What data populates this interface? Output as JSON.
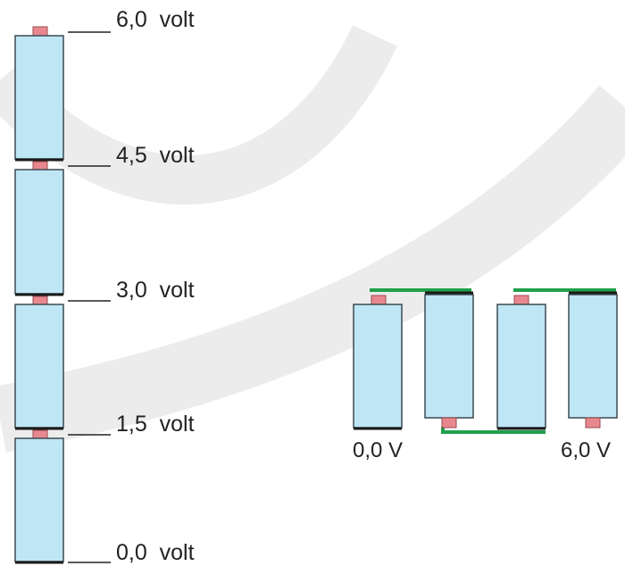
{
  "colors": {
    "background": "#ffffff",
    "watermark": "#ececec",
    "battery_fill": "#bfe6f5",
    "battery_stroke": "#3b4a52",
    "terminal": "#e8888e",
    "wire": "#1fa04a",
    "negative_plate": "#1a1a1a",
    "leader_line": "#222222"
  },
  "series_stack": {
    "levels": [
      {
        "label": "6,0  volt"
      },
      {
        "label": "4,5  volt"
      },
      {
        "label": "3,0  volt"
      },
      {
        "label": "1,5  volt"
      },
      {
        "label": "0,0  volt"
      }
    ]
  },
  "folded_chain": {
    "start_label": "0,0 V",
    "end_label": "6,0 V"
  }
}
